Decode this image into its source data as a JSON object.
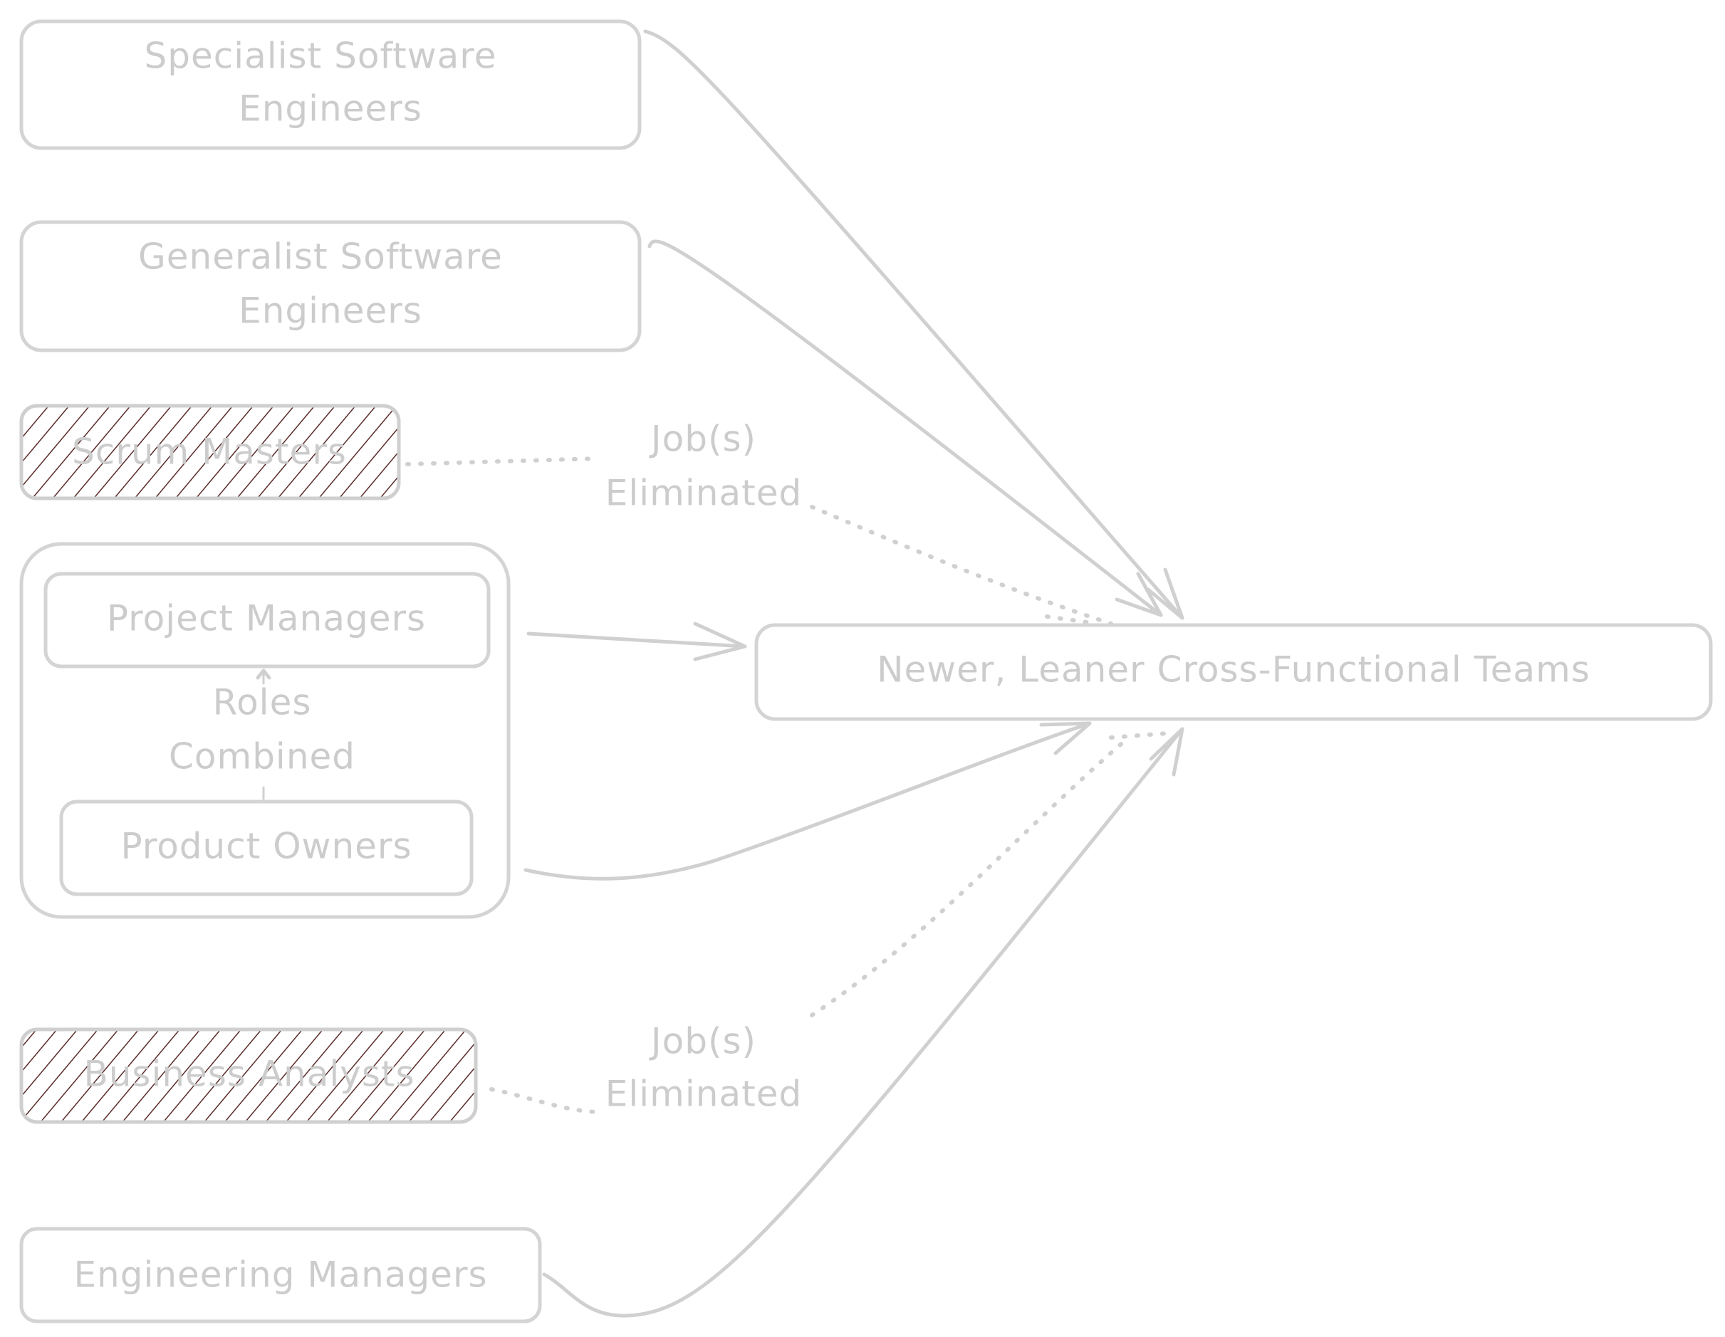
{
  "nodes": {
    "specialist": {
      "line1": "Specialist Software",
      "line2": "Engineers"
    },
    "generalist": {
      "line1": "Generalist Software",
      "line2": "Engineers"
    },
    "scrum_masters": {
      "label": "Scrum Masters"
    },
    "project_managers": {
      "label": "Project Managers"
    },
    "product_owners": {
      "label": "Product Owners"
    },
    "business_analysts": {
      "label": "Business Analysts"
    },
    "engineering_managers": {
      "label": "Engineering Managers"
    },
    "target": {
      "label": "Newer, Leaner Cross-Functional Teams"
    }
  },
  "edge_labels": {
    "scrum_eliminated": {
      "line1": "Job(s)",
      "line2": "Eliminated"
    },
    "roles_combined": {
      "line1": "Roles",
      "line2": "Combined"
    },
    "ba_eliminated": {
      "line1": "Job(s)",
      "line2": "Eliminated"
    }
  },
  "colors": {
    "stroke": "#d4d4d4",
    "text": "#cccccc",
    "hatch": "#5a2a2a"
  }
}
